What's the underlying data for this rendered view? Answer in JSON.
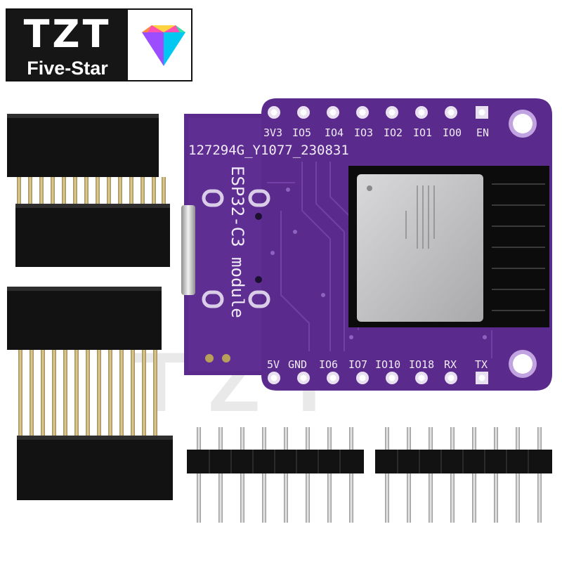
{
  "brand": {
    "name": "TZT",
    "subtitle": "Five-Star"
  },
  "board": {
    "module_label": "ESP32-C3 module",
    "batch_code": "127294G_Y1077_230831",
    "top_pins": [
      "3V3",
      "IO5",
      "IO4",
      "IO3",
      "IO2",
      "IO1",
      "IO0",
      "EN"
    ],
    "bottom_pins": [
      "5V",
      "GND",
      "IO6",
      "IO7",
      "IO10",
      "IO18",
      "RX",
      "TX"
    ]
  },
  "colors": {
    "pcb": "#5a2a8c",
    "header": "#121212",
    "pin": "#c9b27a",
    "shield": "#c3c3c5"
  }
}
